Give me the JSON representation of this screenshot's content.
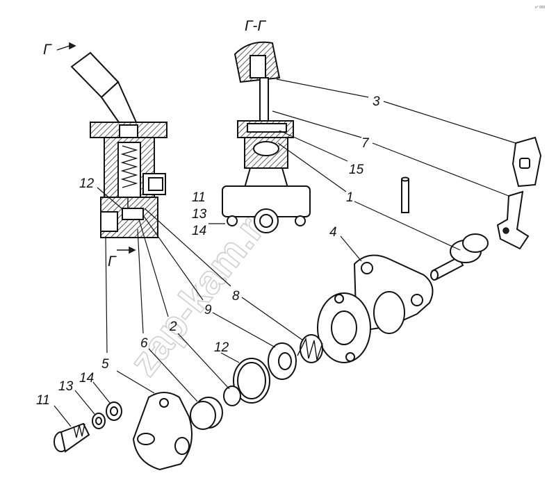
{
  "diagram": {
    "section_label": "Г-Г",
    "section_markers": [
      "Г",
      "Г"
    ],
    "corner_mark": "x° 000",
    "watermark": "zap-kam.ru",
    "callouts": [
      {
        "id": "c3",
        "text": "3"
      },
      {
        "id": "c7",
        "text": "7"
      },
      {
        "id": "c15",
        "text": "15"
      },
      {
        "id": "c1",
        "text": "1"
      },
      {
        "id": "c4",
        "text": "4"
      },
      {
        "id": "c12a",
        "text": "12"
      },
      {
        "id": "c11a",
        "text": "11"
      },
      {
        "id": "c13a",
        "text": "13"
      },
      {
        "id": "c14a",
        "text": "14"
      },
      {
        "id": "c8",
        "text": "8"
      },
      {
        "id": "c9",
        "text": "9"
      },
      {
        "id": "c2",
        "text": "2"
      },
      {
        "id": "c6",
        "text": "6"
      },
      {
        "id": "c5",
        "text": "5"
      },
      {
        "id": "c12b",
        "text": "12"
      },
      {
        "id": "c11b",
        "text": "11"
      },
      {
        "id": "c13b",
        "text": "13"
      },
      {
        "id": "c14b",
        "text": "14"
      }
    ]
  }
}
